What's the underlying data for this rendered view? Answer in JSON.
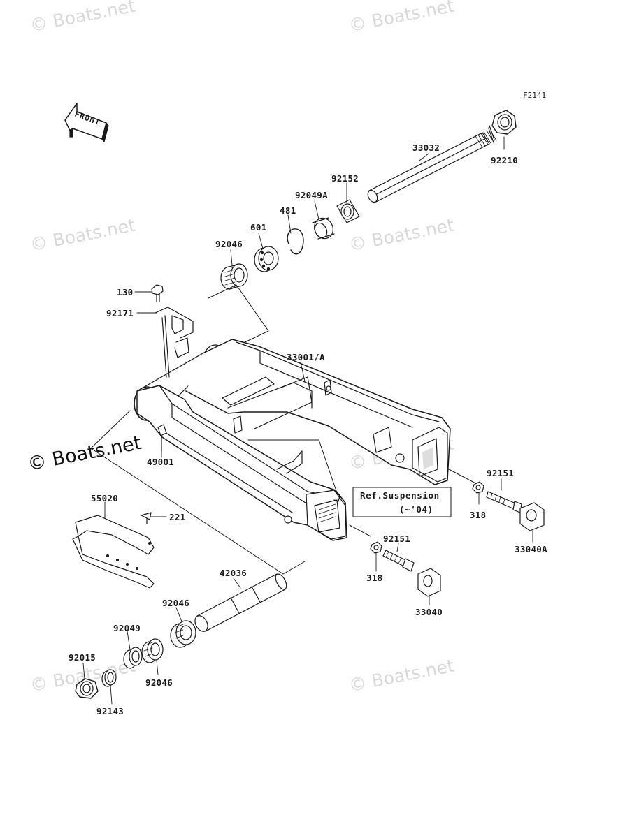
{
  "figure_id": "F2141",
  "front_label": "FRONT",
  "watermarks": {
    "light": [
      "© Boats.net",
      "© Boats.net",
      "© Boats.net",
      "© Boats.net",
      "© Boats.net",
      "© Boats.net",
      "© Boats.net"
    ],
    "main": "© Boats.net"
  },
  "reference": {
    "line1": "Ref.Suspension",
    "line2": "(~'04)"
  },
  "parts": {
    "p33032": "33032",
    "p92210": "92210",
    "p92152": "92152",
    "p92049A": "92049A",
    "p481": "481",
    "p601": "601",
    "p92046_top": "92046",
    "p130": "130",
    "p92171": "92171",
    "p33001A": "33001/A",
    "p49001": "49001",
    "p92151_right": "92151",
    "p318_right": "318",
    "p33040A": "33040A",
    "p55020": "55020",
    "p221": "221",
    "p92151_lower": "92151",
    "p318_lower": "318",
    "p33040": "33040",
    "p42036": "42036",
    "p92046_mid": "92046",
    "p92049": "92049",
    "p92046_low": "92046",
    "p92015": "92015",
    "p92143": "92143"
  }
}
